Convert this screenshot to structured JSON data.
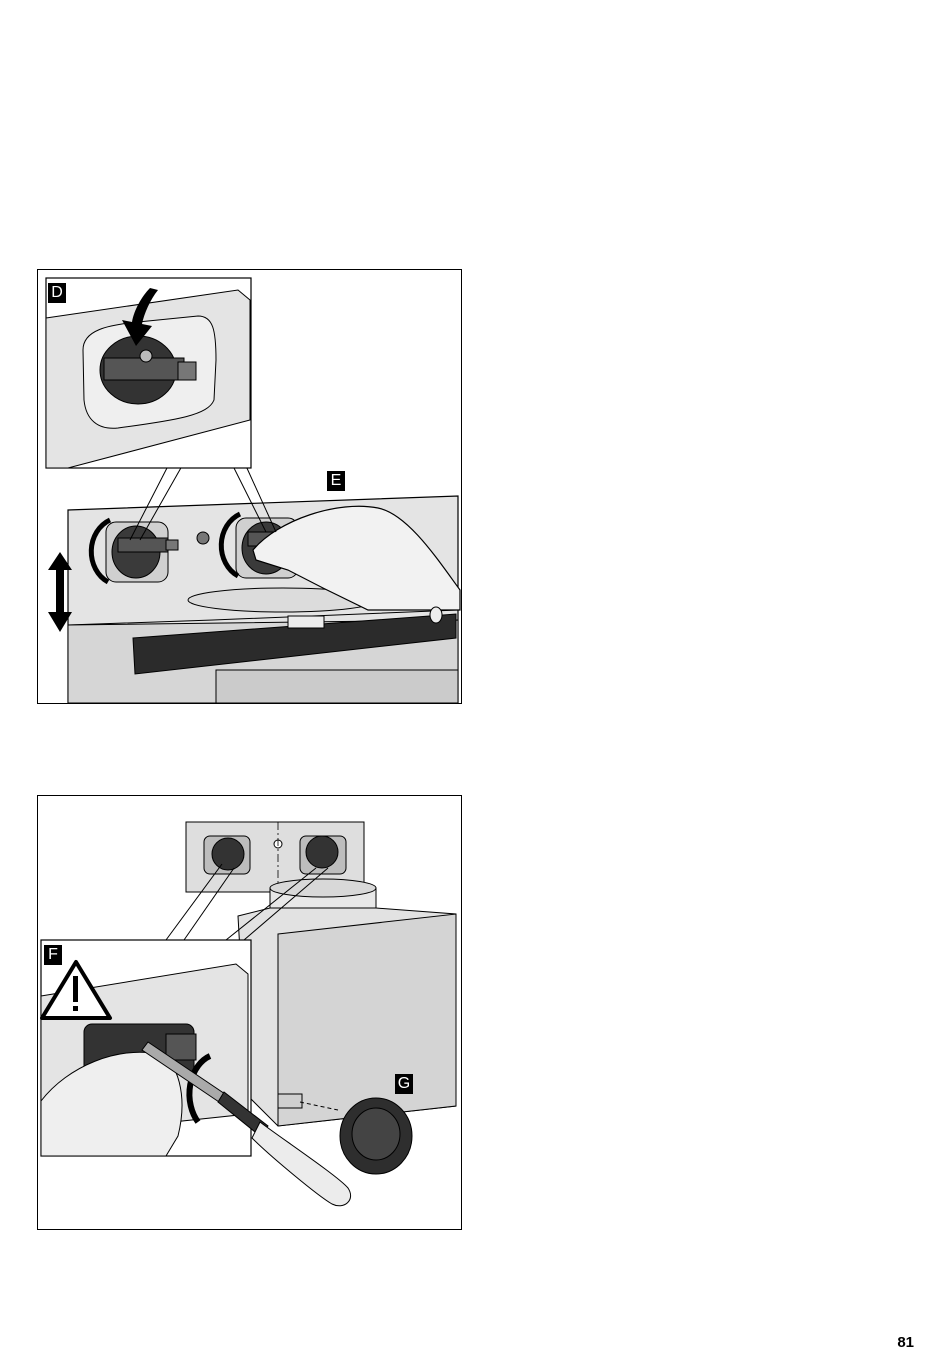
{
  "figures": [
    {
      "labels": {
        "inset": "D",
        "main": "E"
      }
    },
    {
      "labels": {
        "inset": "F",
        "main": "G"
      }
    }
  ],
  "page_number": "81",
  "colors": {
    "ink": "#000000",
    "panel": "#e2e2e2",
    "shade": "#cfcfcf",
    "dark": "#2b2b2b"
  }
}
